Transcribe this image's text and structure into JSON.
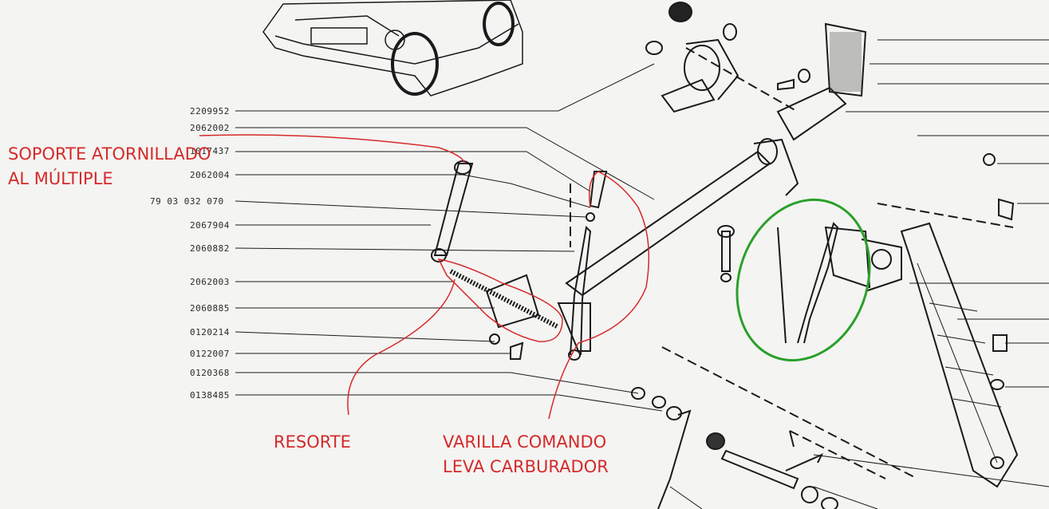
{
  "part_numbers": [
    "2209952",
    "2062002",
    "1017437",
    "2062004",
    "79 03 032 070",
    "2067904",
    "2060882",
    "2062003",
    "2060885",
    "0120214",
    "0122007",
    "0120368",
    "0138485"
  ],
  "annotations": {
    "soporte_line1": "SOPORTE ATORNILLADO",
    "soporte_line2": "AL MÚLTIPLE",
    "resorte": "RESORTE",
    "varilla_line1": "VARILLA COMANDO",
    "varilla_line2": "LEVA CARBURADOR"
  },
  "colors": {
    "annotation": "#d42a2a",
    "highlight_circle": "#2aa02a",
    "line_art": "#1a1a1a"
  }
}
